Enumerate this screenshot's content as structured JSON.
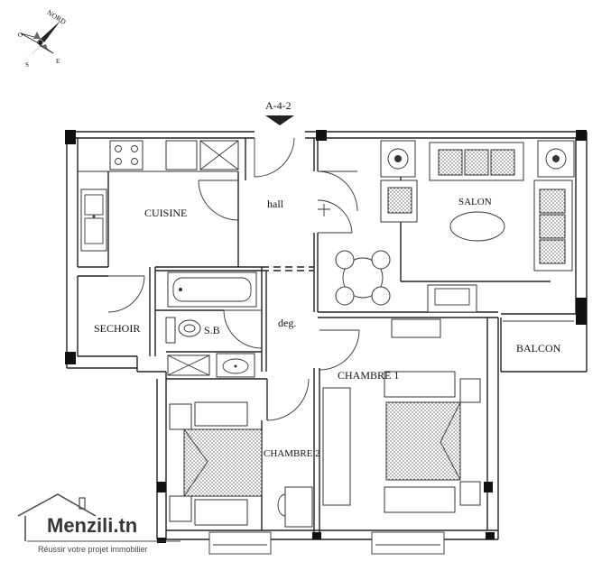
{
  "compass": {
    "north": "NORD",
    "west": "O",
    "south": "S",
    "east": "E"
  },
  "plan_id": "A-4-2",
  "rooms": {
    "cuisine": "CUISINE",
    "hall": "hall",
    "salon": "SALON",
    "sechoir": "SECHOIR",
    "sb": "S.B",
    "deg": "deg.",
    "chambre1": "CHAMBRE 1",
    "chambre2": "CHAMBRE 2",
    "balcon": "BALCON"
  },
  "watermark": {
    "brand": "Menzili.tn",
    "tagline": "Réussir votre projet immobilier"
  }
}
